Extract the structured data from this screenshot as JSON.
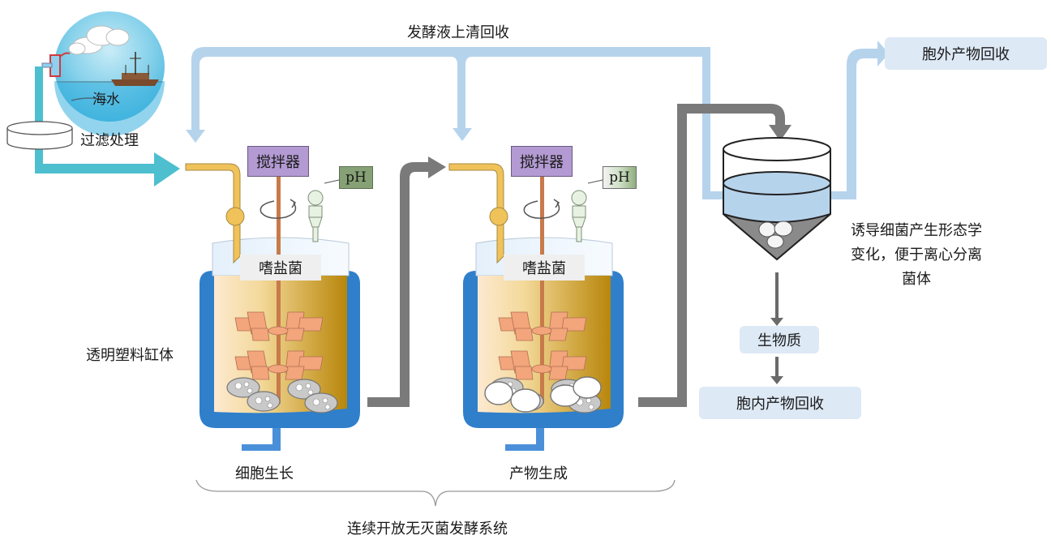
{
  "title_flows": {
    "supernatant_recycle": "发酵液上清回收"
  },
  "source": {
    "seawater": "海水",
    "filtration": "过滤处理"
  },
  "tanks": [
    {
      "stirrer": "搅拌器",
      "ph": "pH",
      "organism": "嗜盐菌",
      "stage": "细胞生长",
      "wall_label": "透明塑料缸体"
    },
    {
      "stirrer": "搅拌器",
      "ph": "pH",
      "organism": "嗜盐菌",
      "stage": "产物生成"
    }
  ],
  "separator": {
    "note_lines": [
      "诱导细菌产生形态学",
      "变化，便于离心分离",
      "菌体"
    ]
  },
  "outputs": {
    "extracellular": "胞外产物回收",
    "biomass": "生物质",
    "intracellular": "胞内产物回收"
  },
  "system_label": "连续开放无灭菌发酵系统",
  "colors": {
    "seawater_flow": "#4dbfcf",
    "recycle_flow": "#b6d3ec",
    "transfer_flow": "#7a7a7a",
    "tank_jacket": "#2f7fcb",
    "broth_light": "#fbe7c8",
    "broth_dark": "#b8860b",
    "impeller": "#f3a57c",
    "stirrer_box": "#b39ad2",
    "ph_box": "#86a175",
    "feed_pipe": "#f0c25a",
    "output_box": "#dde9f5"
  }
}
